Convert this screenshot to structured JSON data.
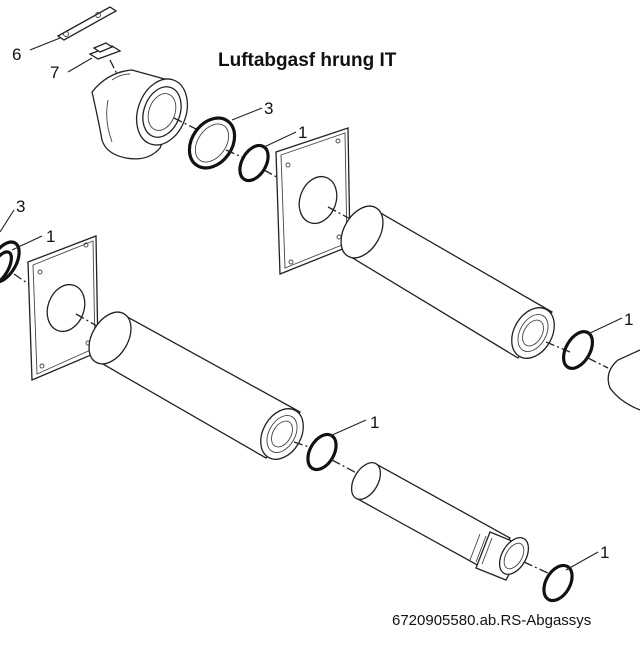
{
  "title": "Luftabgasf hrung IT",
  "caption": "6720905580.ab.RS-Abgassys",
  "callouts": [
    {
      "id": "c6",
      "text": "6"
    },
    {
      "id": "c7",
      "text": "7"
    },
    {
      "id": "c3a",
      "text": "3"
    },
    {
      "id": "c1a",
      "text": "1"
    },
    {
      "id": "c3b",
      "text": "3"
    },
    {
      "id": "c1b",
      "text": "1"
    },
    {
      "id": "c1c",
      "text": "1"
    },
    {
      "id": "c1d",
      "text": "1"
    },
    {
      "id": "c1e",
      "text": "1"
    }
  ]
}
